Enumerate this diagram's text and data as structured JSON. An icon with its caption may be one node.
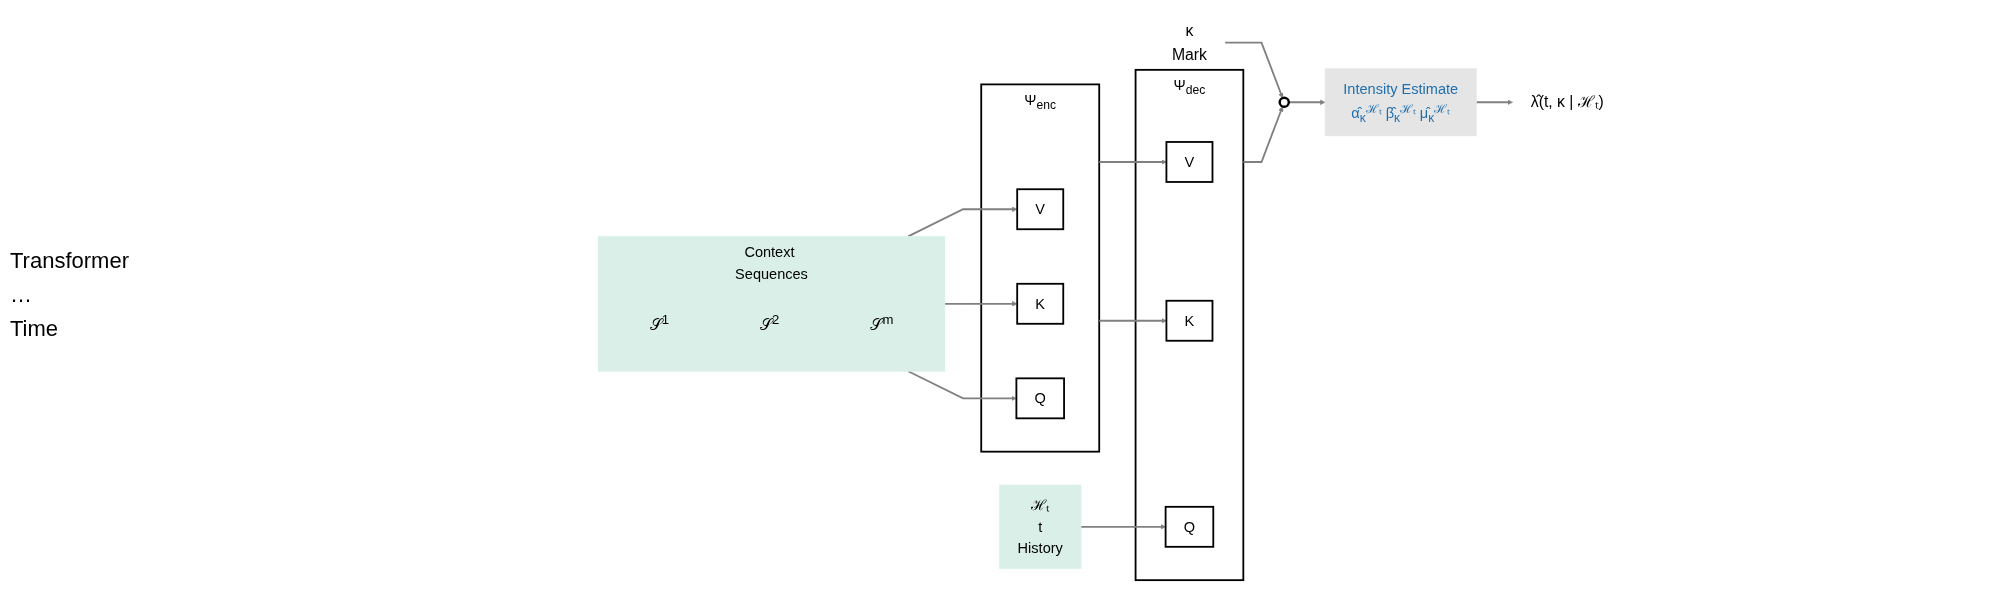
{
  "diagram": {
    "nodes": [
      {
        "text": [
          "Context Sequences"
        ]
      },
      {
        "text": [
          "𝒮$^{1}$"
        ],
        "in": 0
      },
      {
        "text": [
          "𝒮$^{2}$"
        ],
        "in": 0
      },
      {
        "text": [
          "𝒮$^{m}$"
        ],
        "in": 0
      },
      {
        "text": [
          "Ψ$_{enc}$"
        ]
      },
      {
        "text": [
          "V"
        ],
        "in": 4
      },
      {
        "text": [
          "K"
        ],
        "in": 4
      },
      {
        "text": [
          "Q"
        ],
        "in": 4
      },
      {
        "text": [
          "Ψ$_{dec}$"
        ]
      },
      {
        "text": [
          "V"
        ],
        "in": 8
      },
      {
        "text": [
          "K"
        ],
        "in": 8
      },
      {
        "text": [
          "Q"
        ],
        "in": 8
      },
      {
        "text": [
          "ℋₜ",
          "t",
          "History"
        ]
      },
      {
        "text": [],
        "shape": "circle"
      },
      {
        "text": [
          "κ",
          "Mark"
        ]
      },
      {
        "text": [
          "Intensity Estimate",
          "α̂$_{κ}$$^{ℋₜ}$ β̂$_{κ}$$^{ℋₜ}$ μ̂$_{κ}$$^{ℋₜ}$"
        ]
      },
      {
        "text": [
          "λ̂(t, κ | ℋₜ)"
        ]
      }
    ],
    "edges": [
      {
        "from": 0,
        "to": 5,
        "arrow": "to"
      },
      {
        "from": 0,
        "to": 6,
        "arrow": "to"
      },
      {
        "from": 0,
        "to": 7,
        "arrow": "to"
      },
      {
        "from": 4,
        "to": 9,
        "arrow": "to"
      },
      {
        "from": 4,
        "to": 10,
        "arrow": "to"
      },
      {
        "from": 12,
        "to": 11,
        "arrow": "to"
      },
      {
        "from": 8,
        "to": 13,
        "arrow": "to"
      },
      {
        "from": 14,
        "to": 13,
        "arrow": "to"
      },
      {
        "from": 13,
        "to": 15,
        "arrow": "to"
      },
      {
        "from": 15,
        "to": 16,
        "arrow": "to"
      }
    ],
    "labels": [
      "Transformer",
      "…",
      "Time"
    ]
  }
}
